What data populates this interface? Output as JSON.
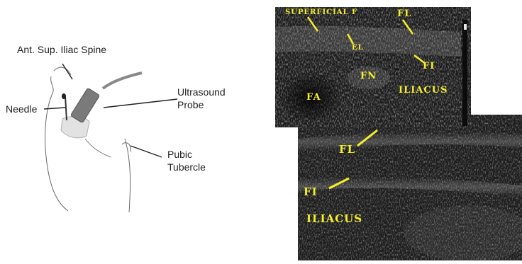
{
  "diagram": {
    "labels": {
      "asis": "Ant. Sup. Iliac Spine",
      "needle": "Needle",
      "probe_line1": "Ultrasound",
      "probe_line2": "Probe",
      "pubic_line1": "Pubic",
      "pubic_line2": "Tubercle"
    }
  },
  "ultrasound_top": {
    "superficial": "SUPERFICIAL F",
    "fl": "FL",
    "el": "EL",
    "fi": "FI",
    "fn": "FN",
    "fa": "FA",
    "iliacus": "ILIACUS"
  },
  "ultrasound_bottom": {
    "fl": "FL",
    "fi": "FI",
    "iliacus": "ILIACUS"
  },
  "colors": {
    "annotation_yellow": "#f4ef2c",
    "ultrasound_background": "#161616",
    "probe_gray": "#7a7a7a"
  }
}
